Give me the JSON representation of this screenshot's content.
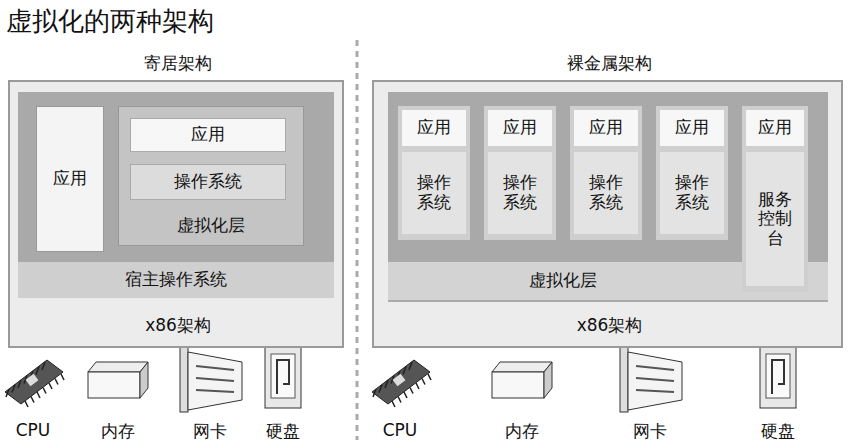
{
  "diagram": {
    "title": "虚拟化的两种架构",
    "nodes": [
      {
        "text": [
          "寄居架构",
          "x86架构"
        ]
      },
      {
        "text": [
          "宿主操作系统"
        ],
        "in": 0
      },
      {
        "text": [
          "应用"
        ],
        "in": 1
      },
      {
        "text": [
          "虚拟化层"
        ],
        "in": 1
      },
      {
        "text": [
          "应用"
        ],
        "in": 3
      },
      {
        "text": [
          "操作系统"
        ],
        "in": 3
      },
      {
        "text": [
          "裸金属架构",
          "x86架构"
        ]
      },
      {
        "text": [
          "虚拟化层"
        ],
        "in": 6
      },
      {
        "text": [
          "应用",
          "操作系统"
        ],
        "in": 7
      },
      {
        "text": [
          "应用",
          "操作系统"
        ],
        "in": 7
      },
      {
        "text": [
          "应用",
          "操作系统"
        ],
        "in": 7
      },
      {
        "text": [
          "应用",
          "操作系统"
        ],
        "in": 7
      },
      {
        "text": [
          "应用",
          "服务控制台"
        ],
        "in": 7
      }
    ],
    "labels": [
      "CPU",
      "内存",
      "网卡",
      "硬盘",
      "CPU",
      "内存",
      "网卡",
      "硬盘"
    ]
  }
}
